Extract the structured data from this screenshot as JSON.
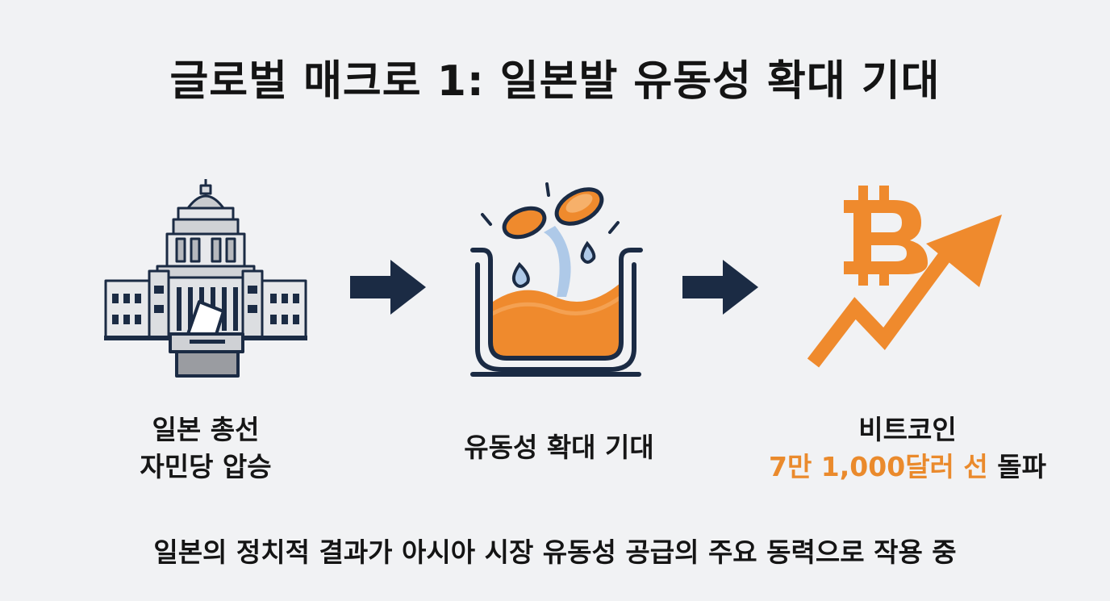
{
  "title": "글로벌 매크로 1: 일본발 유동성 확대 기대",
  "steps": [
    {
      "icon": "parliament-ballot-icon",
      "line1": "일본 총선",
      "line2": "자민당 압승"
    },
    {
      "icon": "liquidity-pot-icon",
      "line1": "유동성 확대 기대"
    },
    {
      "icon": "bitcoin-uptrend-icon",
      "line1": "비트코인",
      "line2_highlight": "7만 1,000달러 선",
      "line2_rest": " 돌파"
    }
  ],
  "footer": "일본의 정치적 결과가 아시아 시장 유동성 공급의 주요 동력으로 작용 중",
  "colors": {
    "accent": "#ea8a2c",
    "navy": "#1b2b44",
    "text": "#141414",
    "background": "#f1f2f4"
  }
}
